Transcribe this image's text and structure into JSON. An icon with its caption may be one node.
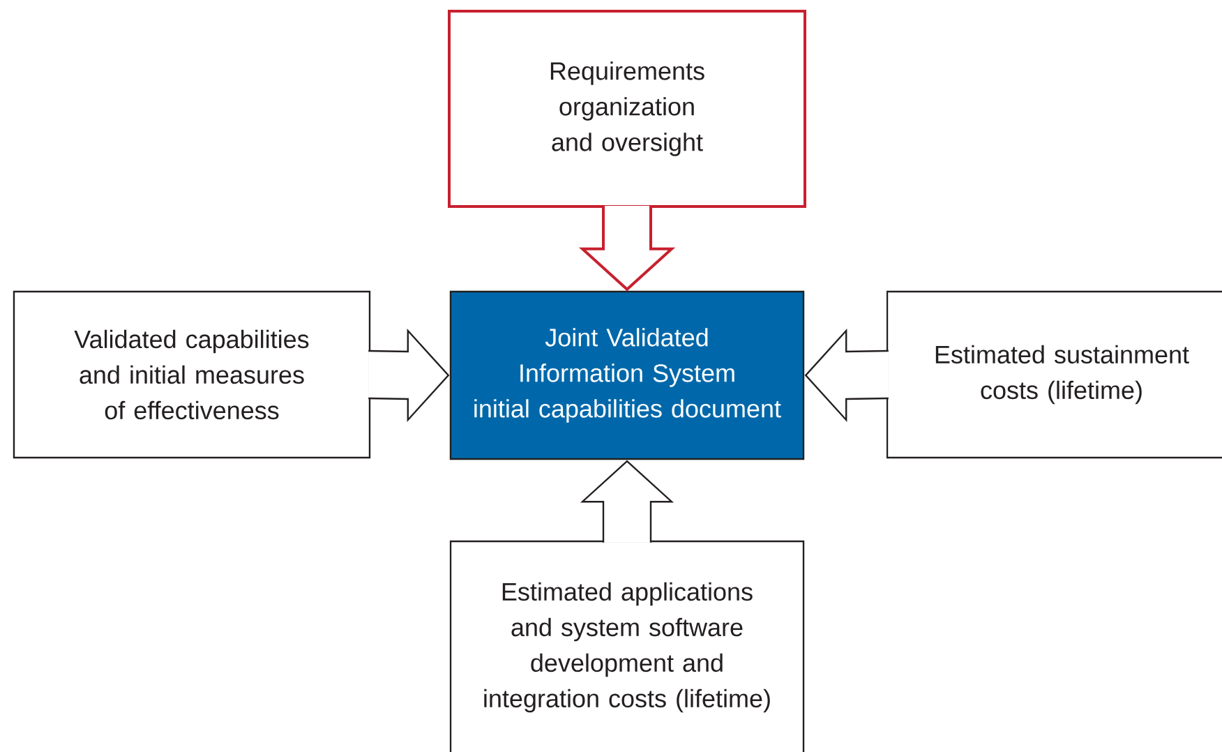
{
  "diagram": {
    "nodes": [
      {
        "text": [
          "Requirements organization and oversight"
        ]
      },
      {
        "text": [
          "Validated capabilities and initial measures of effectiveness"
        ]
      },
      {
        "text": [
          "Joint Validated Information System initial capabilities document"
        ]
      },
      {
        "text": [
          "Estimated sustainment costs (lifetime)"
        ]
      },
      {
        "text": [
          "Estimated applications and system software development and integration costs (lifetime)"
        ]
      }
    ],
    "edges": [
      {
        "from": 0,
        "to": 2,
        "arrow": "to",
        "color": "#c8202f"
      },
      {
        "from": 1,
        "to": 2,
        "arrow": "to"
      },
      {
        "from": 3,
        "to": 2,
        "arrow": "to"
      },
      {
        "from": 4,
        "to": 2,
        "arrow": "to"
      }
    ]
  }
}
